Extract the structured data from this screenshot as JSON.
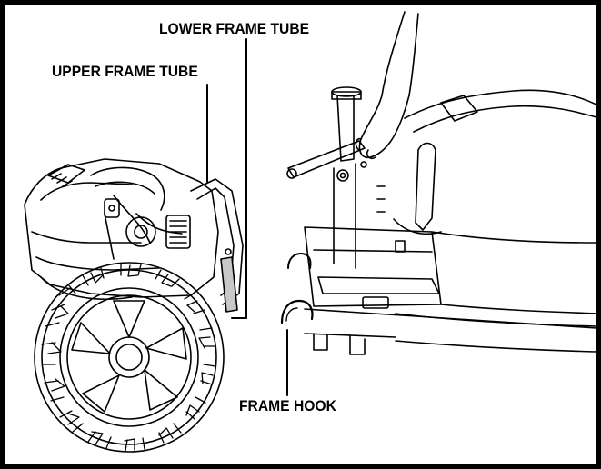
{
  "labels": {
    "lower_frame_tube": "LOWER FRAME TUBE",
    "upper_frame_tube": "UPPER FRAME TUBE",
    "frame_hook": "FRAME HOOK"
  },
  "colors": {
    "line": "#000000",
    "background": "#ffffff",
    "tube_fill": "#c8c8c8"
  }
}
